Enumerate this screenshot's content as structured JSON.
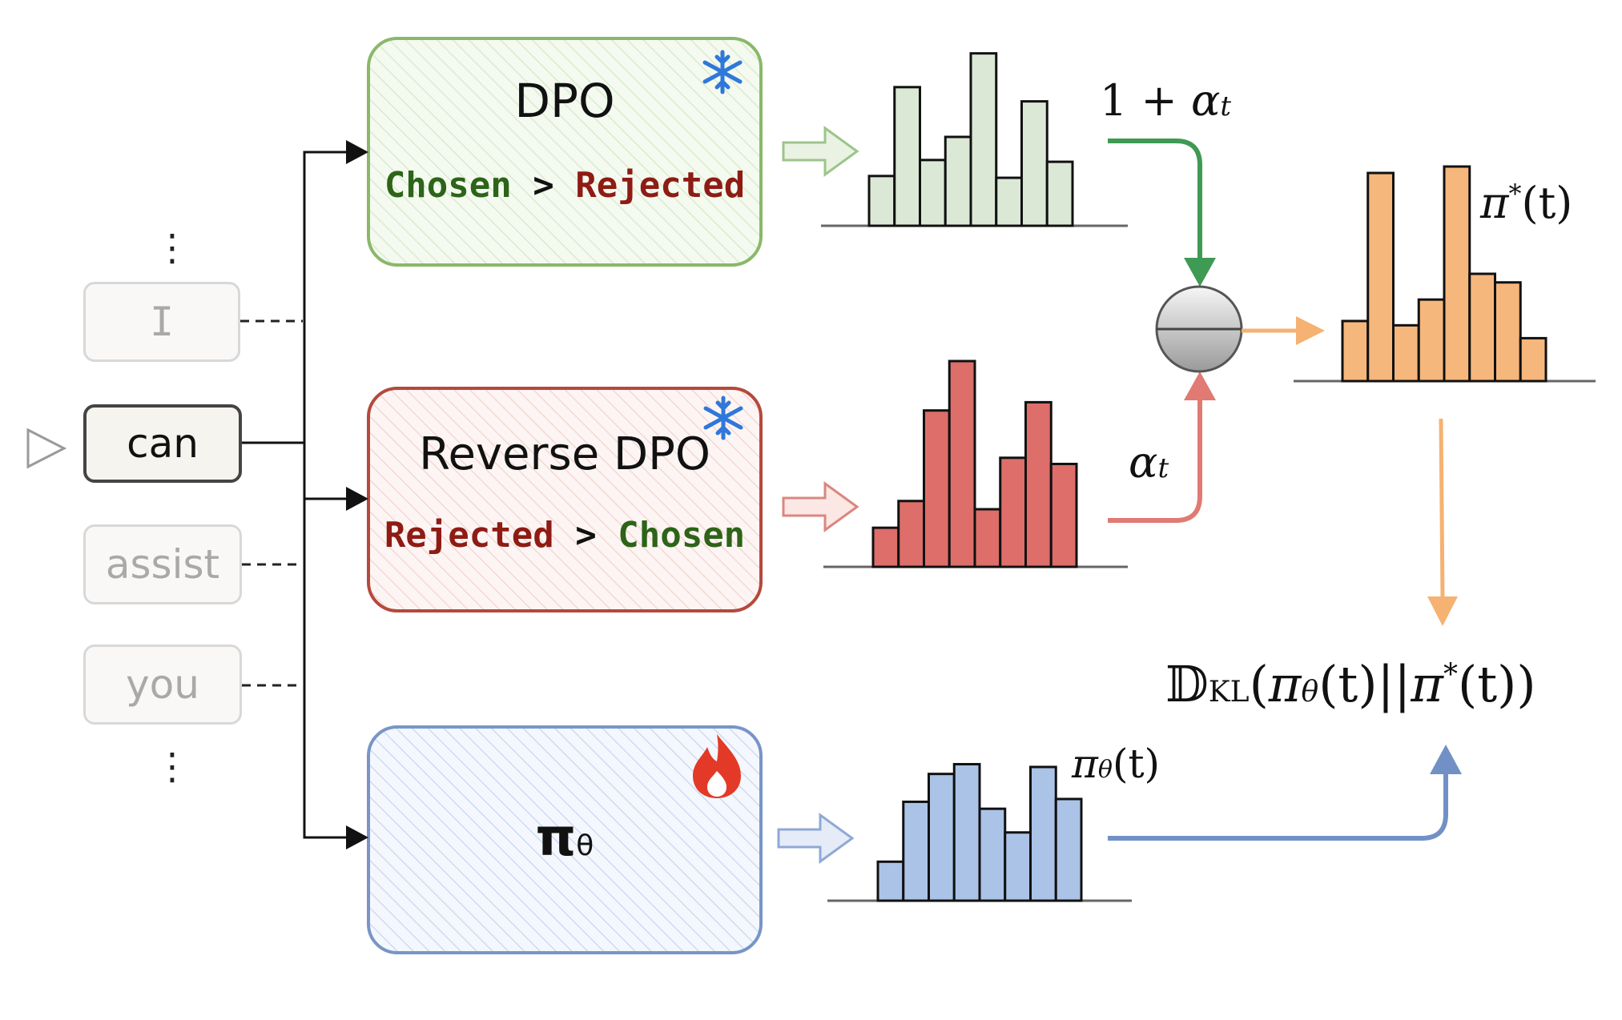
{
  "tokens": {
    "dots_top": "⋮",
    "items": [
      "I",
      "can",
      "assist",
      "you"
    ],
    "dots_bottom": "⋮",
    "pointer": "▷"
  },
  "models": {
    "dpo": {
      "title": "DPO",
      "chosen": "Chosen",
      "gt": ">",
      "rejected": "Rejected",
      "icon": "snowflake-icon",
      "color": "#8ab86a"
    },
    "reverse_dpo": {
      "title": "Reverse DPO",
      "rejected": "Rejected",
      "gt": ">",
      "chosen": "Chosen",
      "icon": "snowflake-icon",
      "color": "#b5493c"
    },
    "policy": {
      "title": "π",
      "subscript": "θ",
      "icon": "fire-icon",
      "color": "#7895c6"
    }
  },
  "chart_data": [
    {
      "type": "bar",
      "series": [
        {
          "values": [
            0.28,
            0.78,
            0.37,
            0.5,
            0.97,
            0.27,
            0.7,
            0.36
          ]
        }
      ],
      "color": "#dbe8d5"
    },
    {
      "type": "bar",
      "series": [
        {
          "values": [
            0.19,
            0.32,
            0.76,
            1.0,
            0.28,
            0.53,
            0.8,
            0.5
          ]
        }
      ],
      "color": "#dd6e6a"
    },
    {
      "type": "bar",
      "series": [
        {
          "values": [
            0.28,
            0.97,
            0.26,
            0.38,
            1.0,
            0.5,
            0.46,
            0.2
          ]
        }
      ],
      "color": "#f6b77c"
    },
    {
      "type": "bar",
      "series": [
        {
          "values": [
            0.28,
            0.71,
            0.91,
            0.98,
            0.66,
            0.49,
            0.96,
            0.73
          ]
        }
      ],
      "color": "#abc3e7"
    }
  ],
  "labels": {
    "one_plus_alpha": {
      "one": "1 + ",
      "alpha": "α",
      "sub": "t"
    },
    "alpha": {
      "alpha": "α",
      "sub": "t"
    },
    "pi_star": {
      "pi": "π",
      "sup": "*",
      "arg": "(t)"
    },
    "pi_theta": {
      "pi": "π",
      "sub": "θ",
      "arg": "(t)"
    },
    "kl": {
      "D": "𝔻",
      "sub": "KL",
      "open": "(",
      "pi": "π",
      "theta": "θ",
      "mid": "(t)||",
      "pi2": "π",
      "sup": "*",
      "close": "(t))"
    }
  },
  "colors": {
    "green_arrow": "#3f9a53",
    "red_arrow": "#e07a72",
    "orange_arrow": "#f5b272",
    "blue_arrow": "#7191c6"
  }
}
